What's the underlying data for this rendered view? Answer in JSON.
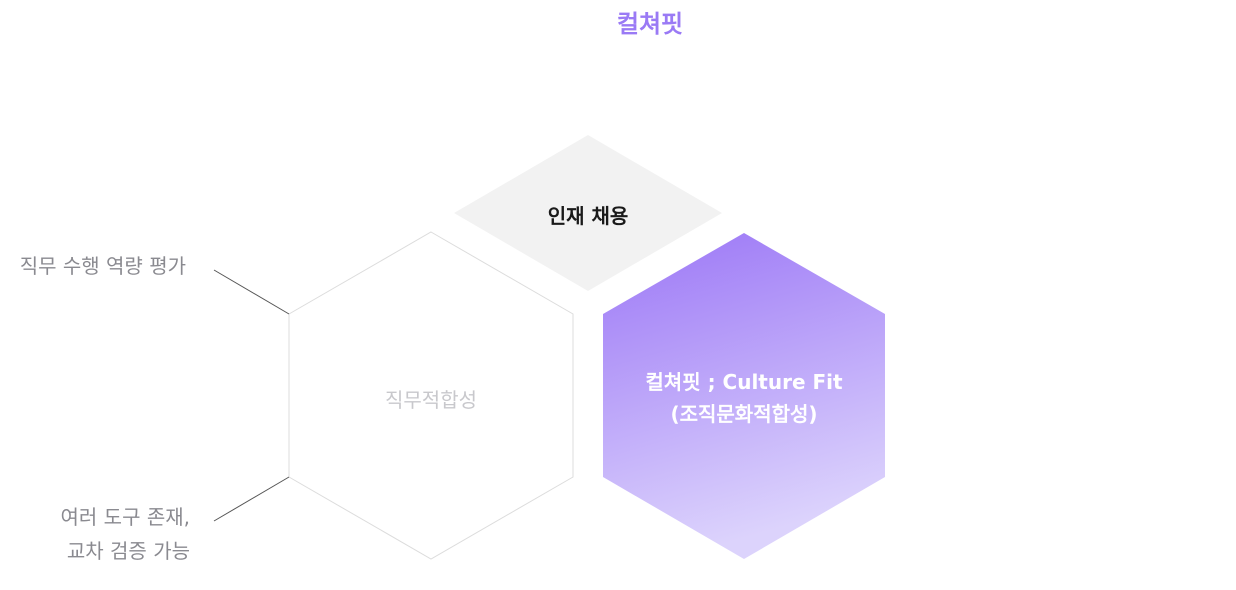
{
  "header": {
    "title": "컬쳐핏"
  },
  "diagram": {
    "hexagons": {
      "recruit": {
        "label": "인재 채용"
      },
      "job_fit": {
        "label": "직무적합성"
      },
      "culture_fit": {
        "label_line1": "컬쳐핏 ; Culture Fit",
        "label_line2": "(조직문화적합성)"
      }
    },
    "notes": {
      "top": "직무 수행 역량 평가",
      "bottom_line1": "여러 도구 존재,",
      "bottom_line2": "교차 검증 가능"
    }
  },
  "colors": {
    "accent": "#9a7af5",
    "gradient_top": "#9b76f6",
    "gradient_bottom": "#d9cffc",
    "recruit_fill": "#f2f2f2",
    "outline": "#dcdcdc",
    "note_text": "#8a8a90"
  }
}
